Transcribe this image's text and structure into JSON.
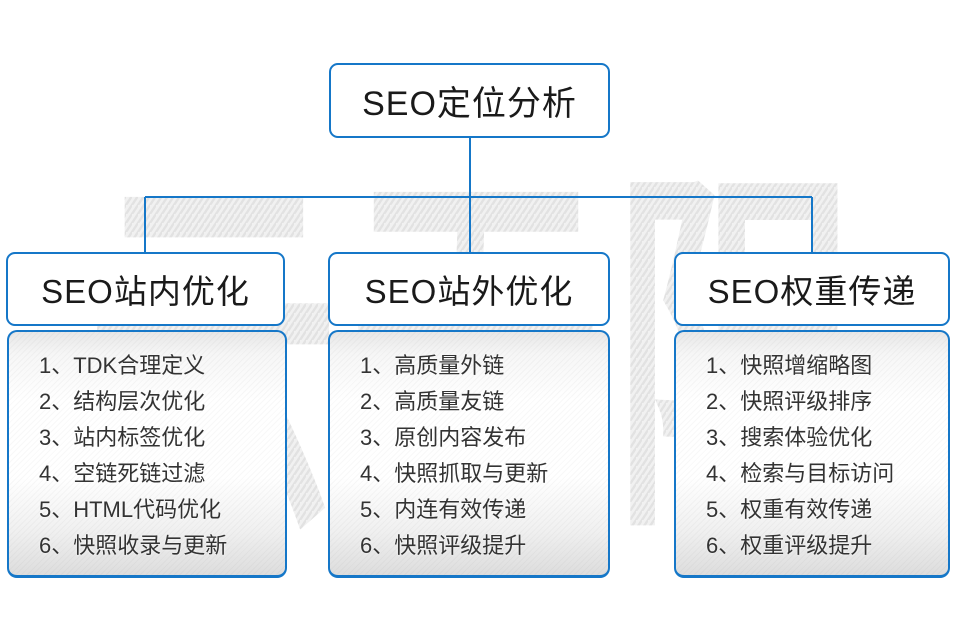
{
  "watermark": {
    "text": "云无限"
  },
  "root": {
    "title": "SEO定位分析"
  },
  "columns": [
    {
      "title": "SEO站内优化",
      "items": [
        "1、TDK合理定义",
        "2、结构层次优化",
        "3、站内标签优化",
        "4、空链死链过滤",
        "5、HTML代码优化",
        "6、快照收录与更新"
      ]
    },
    {
      "title": "SEO站外优化",
      "items": [
        "1、高质量外链",
        "2、高质量友链",
        "3、原创内容发布",
        "4、快照抓取与更新",
        "5、内连有效传递",
        "6、快照评级提升"
      ]
    },
    {
      "title": "SEO权重传递",
      "items": [
        "1、快照增缩略图",
        "2、快照评级排序",
        "3、搜索体验优化",
        "4、检索与目标访问",
        "5、权重有效传递",
        "6、权重评级提升"
      ]
    }
  ],
  "colors": {
    "accent": "#1577c8",
    "title_text": "#1a1a1a",
    "list_text": "#333333",
    "watermark_line": "#e2e2e2",
    "watermark_fill": "#f1f1f1"
  }
}
